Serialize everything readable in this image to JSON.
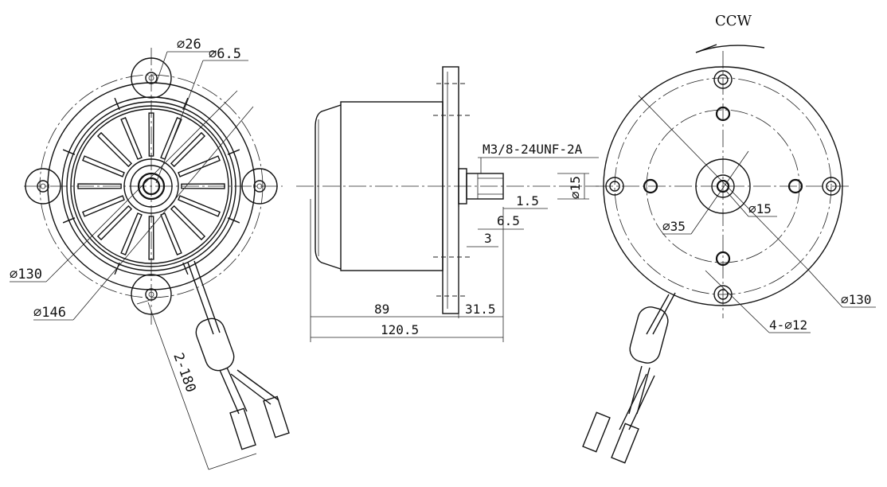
{
  "drawing": {
    "rotation": "CCW",
    "front_view": {
      "pin_circle_dia": "⌀26",
      "hole_dia": "⌀6.5",
      "body_dia": "⌀130",
      "flange_dia": "⌀146",
      "lead_spec": "2-180"
    },
    "side_view": {
      "thread_spec": "M3/8-24UNF-2A",
      "shaft_dia": "⌀15",
      "flat_depth": "1.5",
      "shaft_flat_len": "6.5",
      "shoulder": "3",
      "body_len": "89",
      "shaft_len": "31.5",
      "total_len": "120.5"
    },
    "rear_view": {
      "boss_dia": "⌀35",
      "shaft_dia": "⌀15",
      "body_dia": "⌀130",
      "mount_holes": "4-⌀12"
    }
  }
}
